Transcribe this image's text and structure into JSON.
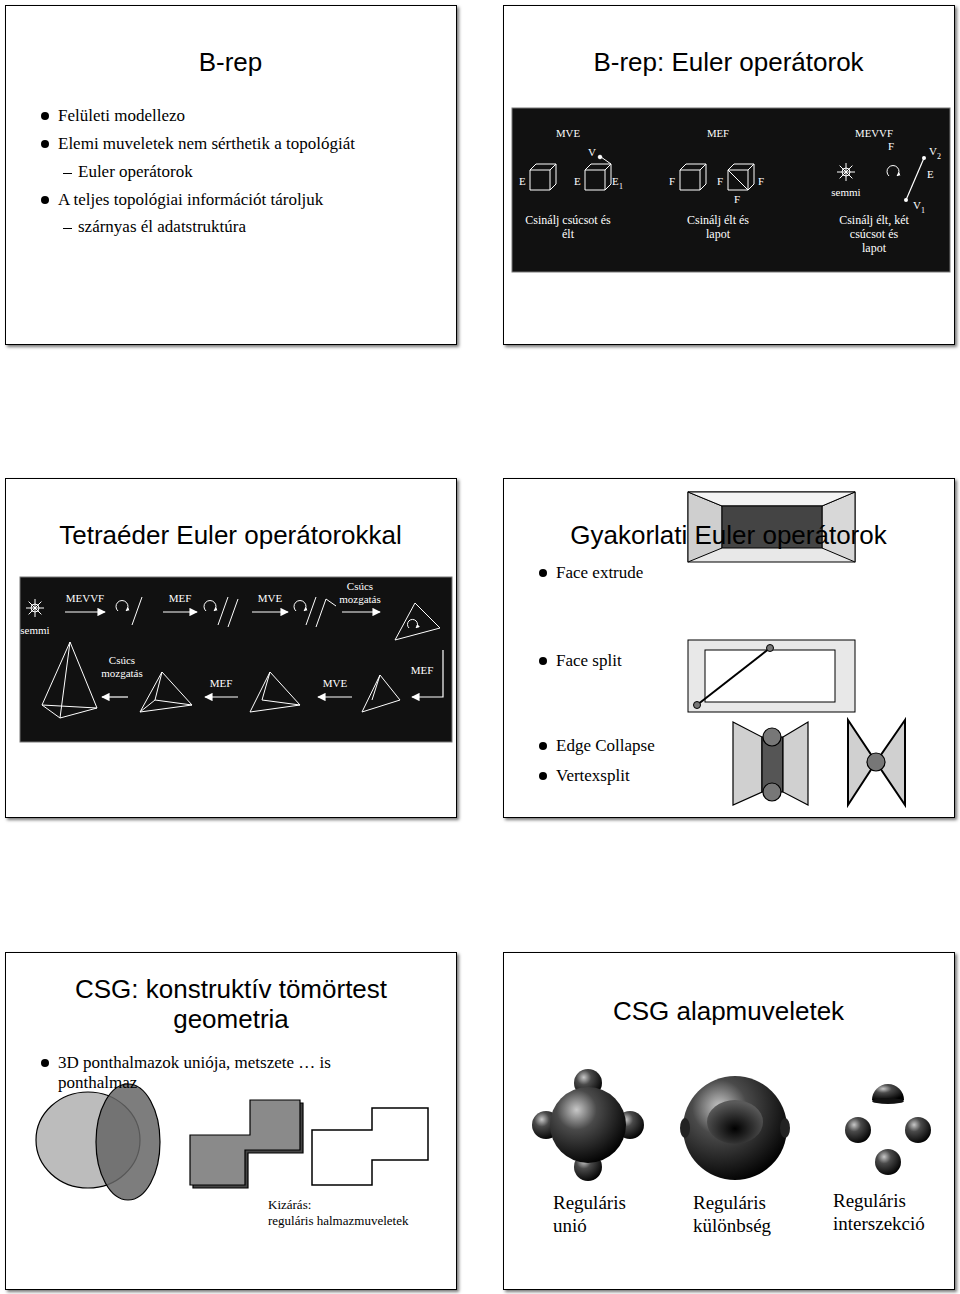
{
  "diagram": {
    "nodes": [
      {
        "text": [
          "B-rep",
          "Felületi modellezo",
          "Elemi muveletek nem sérthetik a topológiát",
          "Euler operátorok",
          "A teljes topológiai információt tároljuk",
          "szárnyas él adatstruktúra"
        ]
      },
      {
        "text": [
          "B-rep: Euler operátorok"
        ]
      },
      {
        "text": [
          "MVE",
          "Csinálj csúcsot és élt"
        ],
        "in": 1
      },
      {
        "text": [
          "MEF",
          "Csinálj élt és lapot"
        ],
        "in": 1
      },
      {
        "text": [
          "MEVVF",
          "Csinálj élt, két csúcsot és lapot"
        ],
        "in": 1
      },
      {
        "text": [
          "Tetraéder Euler operátorokkal"
        ]
      },
      {
        "text": [
          "Gyakorlati Euler operátorok",
          "Face extrude",
          "Face split",
          "Edge Collapse",
          "Vertexsplit"
        ]
      },
      {
        "text": [
          "CSG: konstruktív tömörtest geometria",
          "3D ponthalmazok uniója, metszete … is ponthalmaz"
        ]
      },
      {
        "text": [
          "CSG alapmuveletek"
        ]
      }
    ],
    "labels": [
      "E",
      "E",
      "V",
      "E",
      "1",
      "F",
      "F",
      "F",
      "F",
      "semmi",
      "F",
      "V",
      "2",
      "E",
      "V",
      "1",
      "semmi",
      "MEVVF",
      "MEF",
      "MVE",
      "Csúcs mozgatás",
      "Csúcs mozgatás",
      "MEF",
      "MVE",
      "MEF",
      "Kizárás:",
      "reguláris halmazmuveletek",
      "Reguláris unió",
      "Reguláris különbség",
      "Reguláris interszekció"
    ]
  }
}
